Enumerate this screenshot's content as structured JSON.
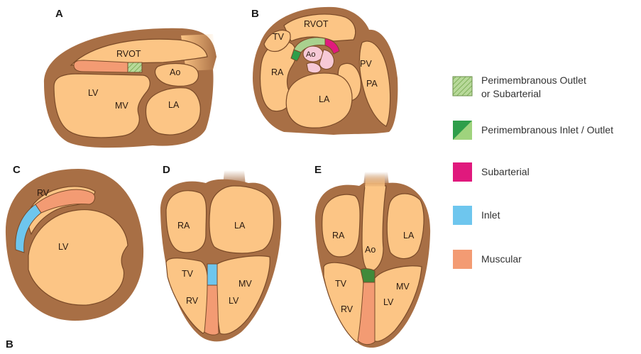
{
  "colors": {
    "wall": "#a86f45",
    "cavity": "#fcc585",
    "perimembranous_outlet": "#a9d18e",
    "perimembranous_inlet_outlet_dark": "#2e9e4a",
    "perimembranous_inlet_outlet_light": "#9fd37d",
    "subarterial": "#e0197d",
    "inlet": "#6ec6ee",
    "muscular": "#f39b73"
  },
  "panels": {
    "A": {
      "letter": "A",
      "labels": {
        "rvot": "RVOT",
        "ao": "Ao",
        "lv": "LV",
        "mv": "MV",
        "la": "LA"
      }
    },
    "B": {
      "letter": "B",
      "labels": {
        "rvot": "RVOT",
        "tv": "TV",
        "ao": "Ao",
        "ra": "RA",
        "pv": "PV",
        "pa": "PA",
        "la": "LA"
      }
    },
    "C": {
      "letter": "C",
      "labels": {
        "rv": "RV",
        "lv": "LV"
      }
    },
    "D": {
      "letter": "D",
      "labels": {
        "ra": "RA",
        "la": "LA",
        "tv": "TV",
        "mv": "MV",
        "rv": "RV",
        "lv": "LV"
      }
    },
    "E": {
      "letter": "E",
      "labels": {
        "ra": "RA",
        "la": "LA",
        "ao": "Ao",
        "tv": "TV",
        "mv": "MV",
        "rv": "RV",
        "lv": "LV"
      }
    }
  },
  "figure_letter": "B",
  "legend": [
    {
      "line1": "Perimembranous Outlet",
      "line2": "or Subarterial",
      "swatch": "hatched-green"
    },
    {
      "line1": "Perimembranous Inlet / Outlet",
      "line2": "",
      "swatch": "split-green"
    },
    {
      "line1": "Subarterial",
      "line2": "",
      "swatch": "magenta"
    },
    {
      "line1": "Inlet",
      "line2": "",
      "swatch": "blue"
    },
    {
      "line1": "Muscular",
      "line2": "",
      "swatch": "orange"
    }
  ]
}
